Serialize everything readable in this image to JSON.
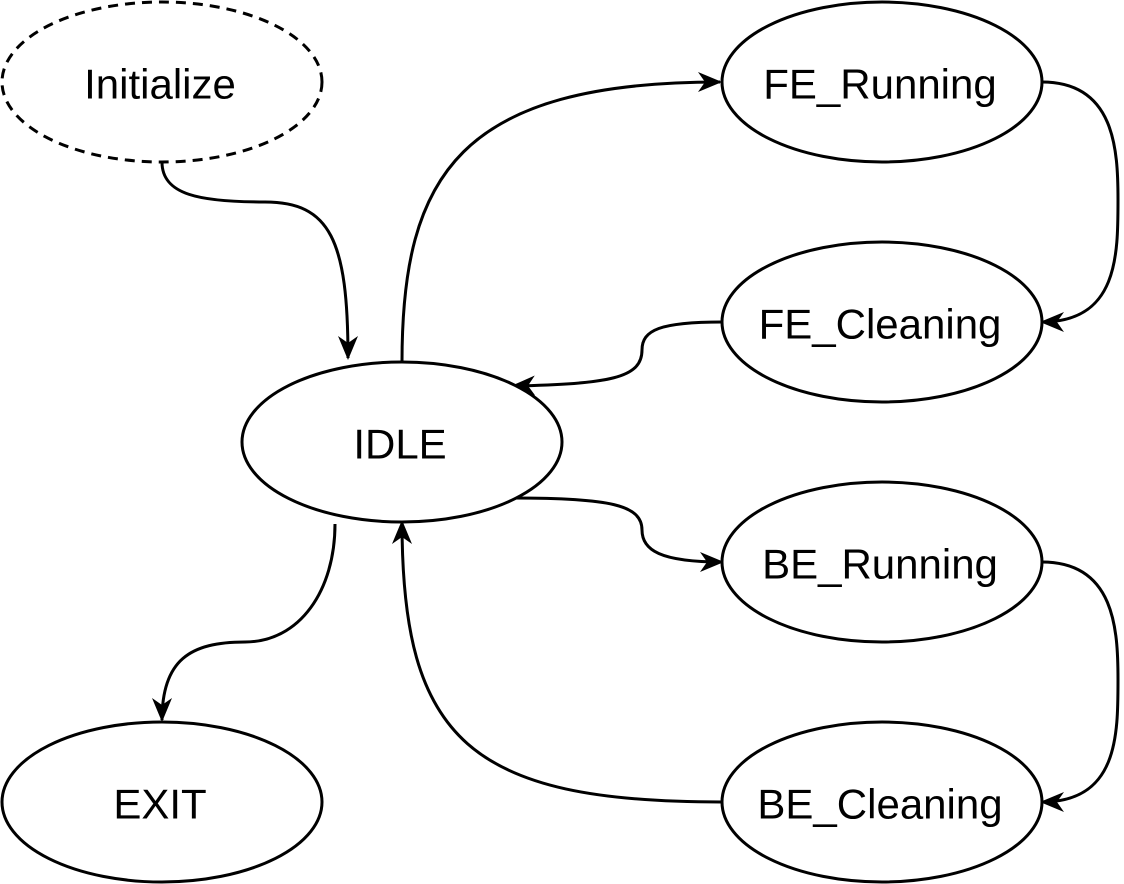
{
  "nodes": {
    "initialize": {
      "label": "Initialize",
      "style": "dashed"
    },
    "fe_running": {
      "label": "FE_Running",
      "style": "solid"
    },
    "fe_cleaning": {
      "label": "FE_Cleaning",
      "style": "solid"
    },
    "idle": {
      "label": "IDLE",
      "style": "solid"
    },
    "be_running": {
      "label": "BE_Running",
      "style": "solid"
    },
    "be_cleaning": {
      "label": "BE_Cleaning",
      "style": "solid"
    },
    "exit": {
      "label": "EXIT",
      "style": "solid"
    }
  },
  "edges": [
    {
      "from": "initialize",
      "to": "idle"
    },
    {
      "from": "idle",
      "to": "fe_running"
    },
    {
      "from": "fe_running",
      "to": "fe_cleaning"
    },
    {
      "from": "fe_cleaning",
      "to": "idle"
    },
    {
      "from": "idle",
      "to": "be_running"
    },
    {
      "from": "be_running",
      "to": "be_cleaning"
    },
    {
      "from": "be_cleaning",
      "to": "idle"
    },
    {
      "from": "idle",
      "to": "exit"
    }
  ],
  "colors": {
    "stroke": "#000000",
    "fill": "#ffffff"
  }
}
